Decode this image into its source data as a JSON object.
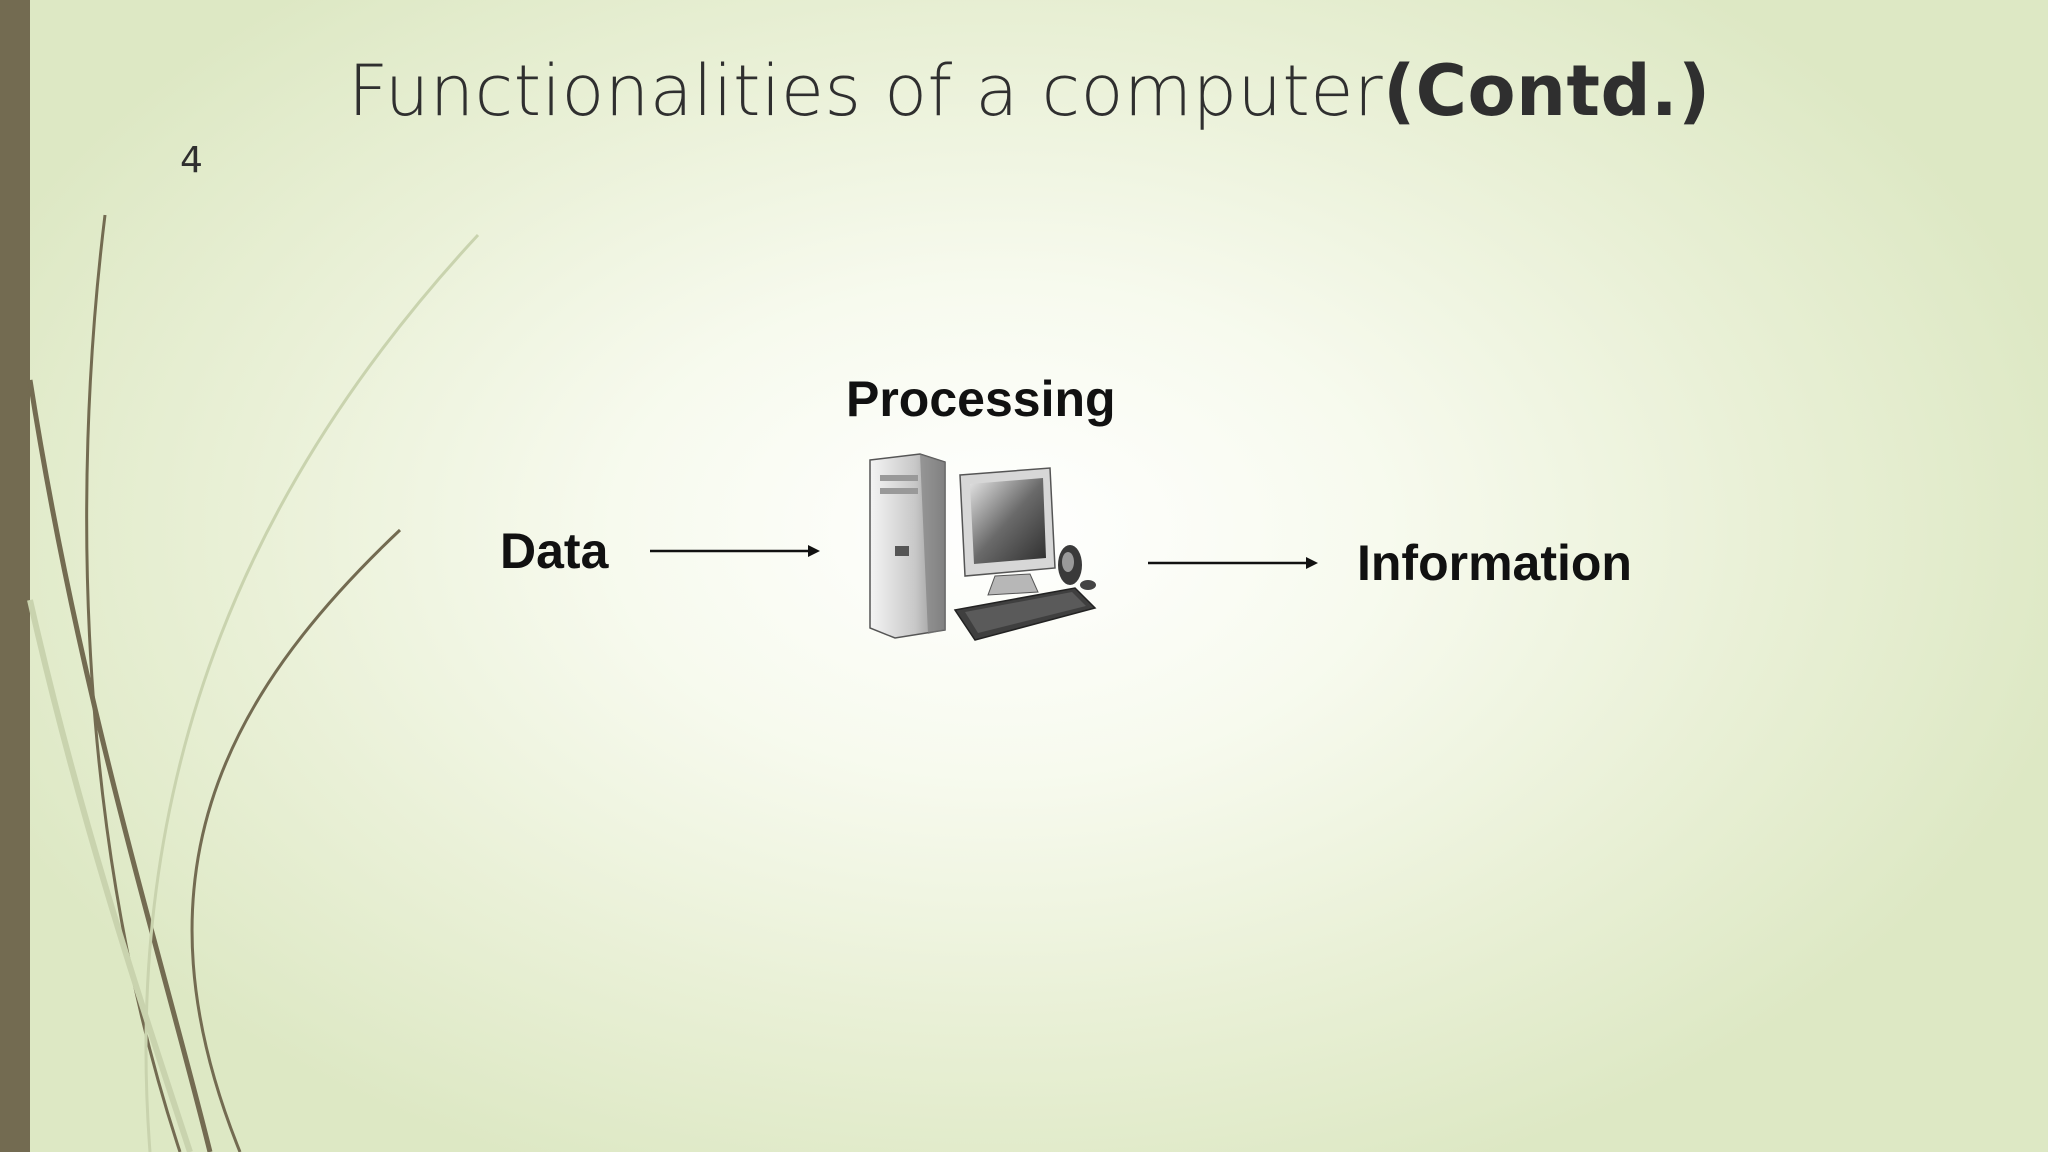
{
  "slide": {
    "title_main": "Functionalities of a computer",
    "title_bold": "(Contd.)",
    "number": "4"
  },
  "diagram": {
    "processing_label": "Processing",
    "data_label": "Data",
    "information_label": "Information"
  },
  "icons": {
    "computer": "desktop-computer-icon",
    "arrow": "right-arrow-icon"
  },
  "colors": {
    "accent_bar": "#736b51",
    "text": "#111111"
  }
}
